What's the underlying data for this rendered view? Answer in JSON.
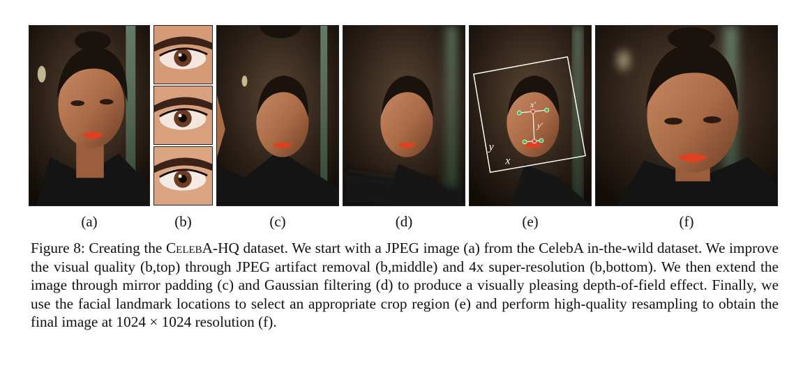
{
  "figure": {
    "sublabels": {
      "a": "(a)",
      "b": "(b)",
      "c": "(c)",
      "d": "(d)",
      "e": "(e)",
      "f": "(f)"
    },
    "panel_e_annotations": {
      "x_axis": "x",
      "y_axis": "y",
      "x_prime": "x′",
      "y_prime": "y′"
    },
    "caption": {
      "part1": "Figure 8: Creating the ",
      "dataset_name": "CelebA-HQ",
      "part2": " dataset. We start with a JPEG image (a) from the CelebA in-the-wild dataset. We improve the visual quality (b,top) through JPEG artifact removal (b,middle) and 4x super-resolution (b,bottom). We then extend the image through mirror padding (c) and Gaussian filtering (d) to produce a visually pleasing depth-of-field effect. Finally, we use the facial landmark locations to select an appropriate crop region (e) and perform high-quality resampling to obtain the final image at ",
      "resolution": "1024 × 1024",
      "part3": " resolution (f)."
    }
  }
}
